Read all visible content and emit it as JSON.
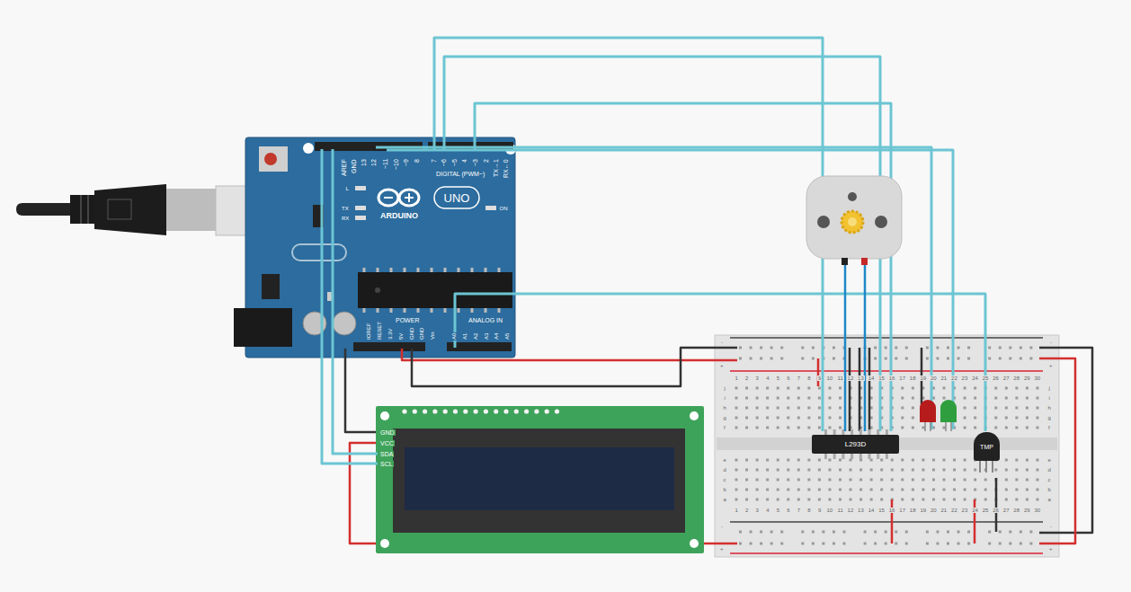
{
  "diagram": {
    "nodes": [
      {
        "text": [
          "L293D"
        ]
      },
      {
        "text": [
          "TMP"
        ]
      }
    ],
    "labels": [
      "AREF",
      "GND",
      "13",
      "12",
      "~11",
      "~10",
      "~9",
      "8",
      "7",
      "~6",
      "~5",
      "4",
      "~3",
      "2",
      "TX→1",
      "RX←0",
      "DIGITAL (PWM~)",
      "L",
      "TX",
      "RX",
      "ON",
      "ARDUINO",
      "UNO",
      "POWER",
      "ANALOG IN",
      "IOREF",
      "RESET",
      "3.3V",
      "5V",
      "GND",
      "GND",
      "Vin",
      "A0",
      "A1",
      "A2",
      "A3",
      "A4",
      "A5",
      "GND",
      "VCC",
      "SDA",
      "SCL",
      "-",
      "+",
      "-",
      "+",
      "1",
      "2",
      "3",
      "4",
      "5",
      "6",
      "7",
      "8",
      "9",
      "10",
      "11",
      "12",
      "13",
      "14",
      "15",
      "16",
      "17",
      "18",
      "19",
      "20",
      "21",
      "22",
      "23",
      "24",
      "25",
      "26",
      "27",
      "28",
      "29",
      "30",
      "j",
      "i",
      "h",
      "g",
      "f",
      "j",
      "i",
      "h",
      "g",
      "f",
      "e",
      "d",
      "c",
      "b",
      "a",
      "e",
      "d",
      "c",
      "b",
      "a",
      "1",
      "2",
      "3",
      "4",
      "5",
      "6",
      "7",
      "8",
      "9",
      "10",
      "11",
      "12",
      "13",
      "14",
      "15",
      "16",
      "17",
      "18",
      "19",
      "20",
      "21",
      "22",
      "23",
      "24",
      "25",
      "26",
      "27",
      "28",
      "29",
      "30",
      "-",
      "+",
      "-",
      "+"
    ]
  }
}
